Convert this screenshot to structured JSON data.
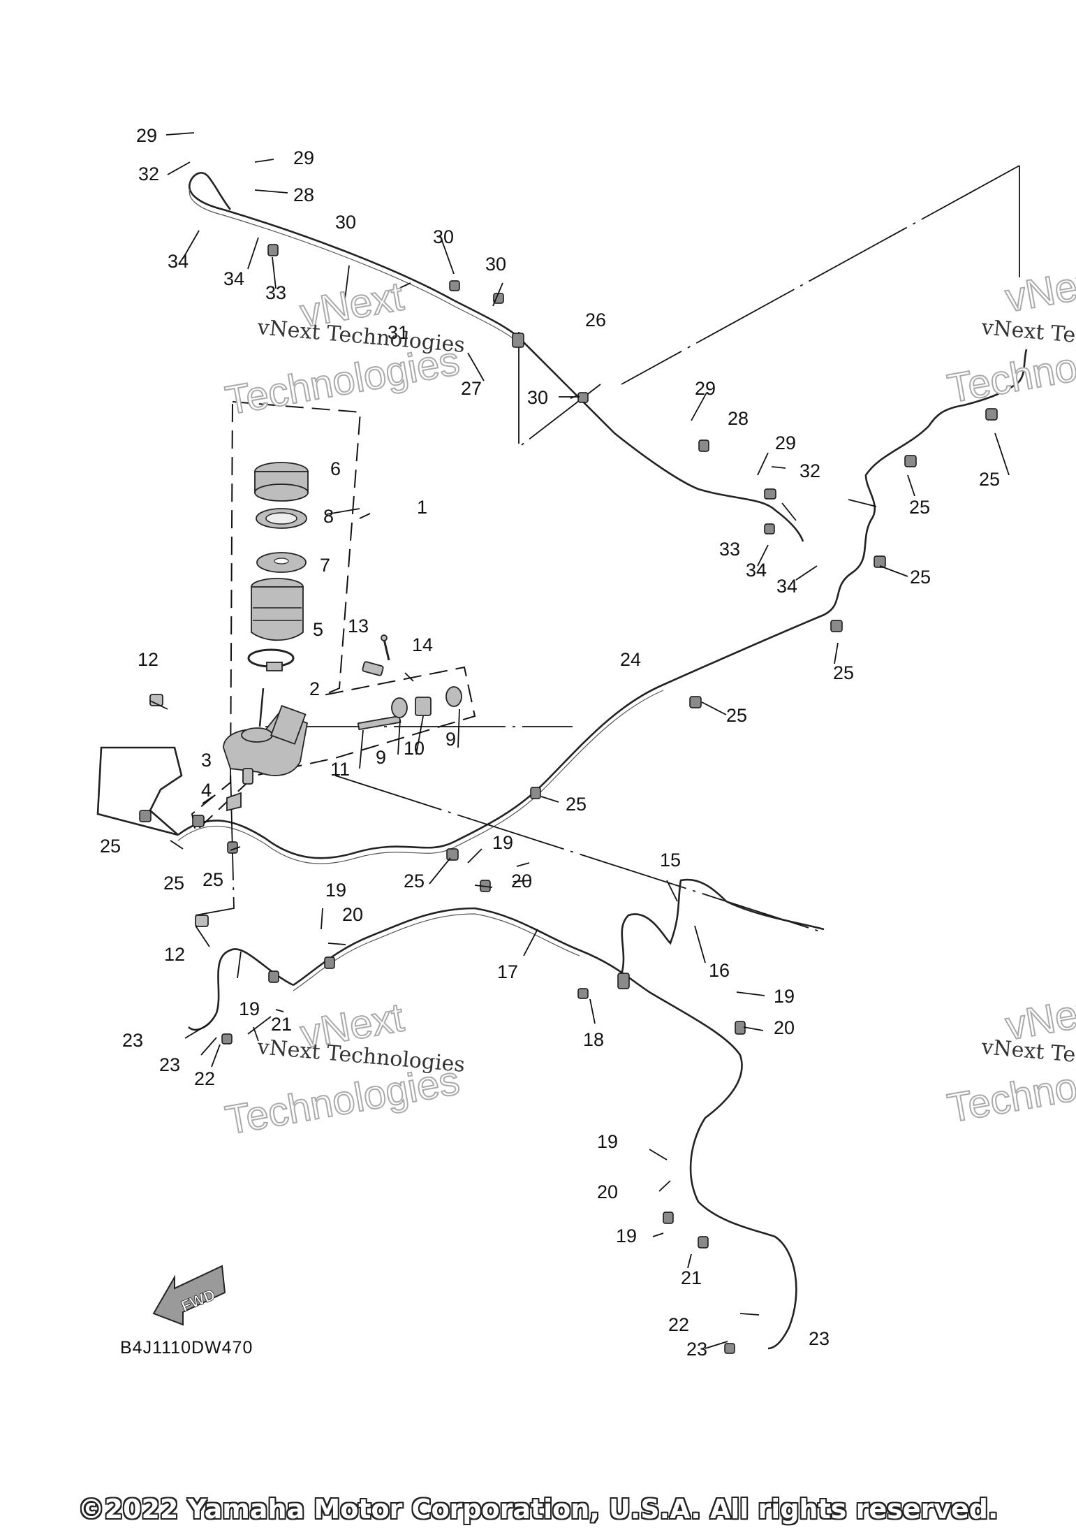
{
  "diagram_code": "B4J1110DW470",
  "fwd_label": "FWD",
  "copyright": "©2022 Yamaha Motor Corporation, U.S.A. All rights reserved.",
  "watermark": {
    "line1": "vNext Technologies",
    "line2": "vNext",
    "line3": "Technologies"
  },
  "callouts": [
    "29",
    "32",
    "29",
    "28",
    "34",
    "34",
    "33",
    "30",
    "30",
    "30",
    "31",
    "26",
    "27",
    "30",
    "29",
    "28",
    "29",
    "32",
    "33",
    "34",
    "34",
    "25",
    "25",
    "25",
    "6",
    "8",
    "1",
    "7",
    "5",
    "13",
    "14",
    "12",
    "2",
    "11",
    "9",
    "10",
    "9",
    "3",
    "4",
    "24",
    "25",
    "25",
    "25",
    "25",
    "25",
    "25",
    "25",
    "19",
    "20",
    "15",
    "16",
    "17",
    "19",
    "20",
    "12",
    "19",
    "21",
    "18",
    "19",
    "20",
    "23",
    "23",
    "22",
    "19",
    "20",
    "19",
    "21",
    "22",
    "23",
    "23"
  ]
}
